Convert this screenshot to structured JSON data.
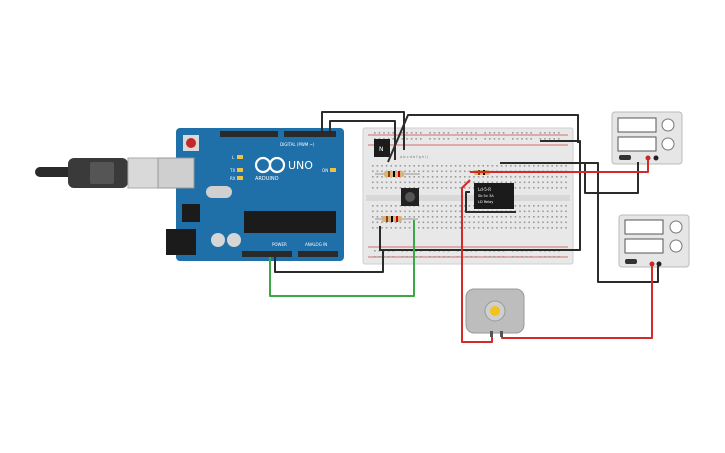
{
  "arduino": {
    "brand": "ARDUINO",
    "model": "UNO",
    "digital_header_label": "DIGITAL (PWM ~)",
    "power_label": "POWER",
    "analog_label": "ANALOG IN",
    "led_l": "L",
    "led_tx": "TX",
    "led_rx": "RX",
    "led_on": "ON"
  },
  "breadboard": {
    "column_letters_top": "a b c d e f g h i j",
    "transistor_label": "N"
  },
  "relay": {
    "line1": "Ld-5-R",
    "line2": "Sb 5v 3A",
    "line3": "LD Relay"
  },
  "colors": {
    "board_blue": "#1f6fa8",
    "breadboard": "#e8e8e8",
    "wire_black": "#2b2b2b",
    "wire_red": "#d42a2a",
    "wire_green": "#3aa845",
    "motor_body": "#bdbdbd",
    "motor_shaft": "#f2c31a"
  }
}
